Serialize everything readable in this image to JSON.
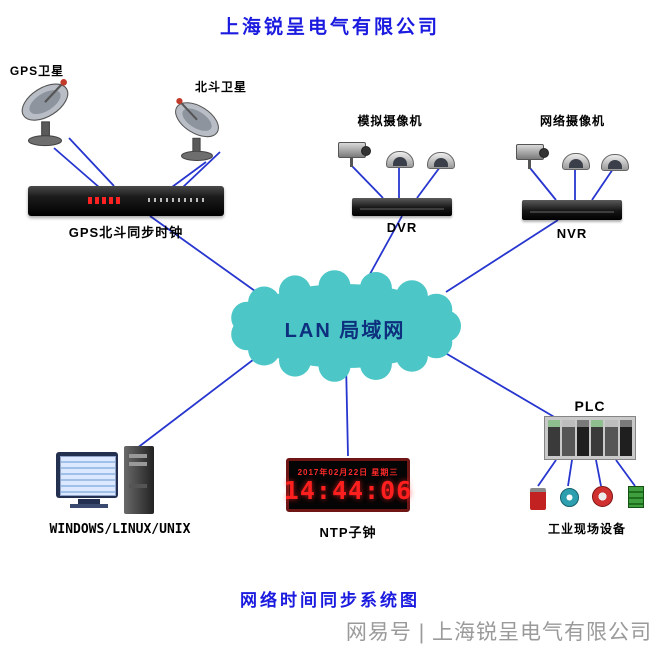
{
  "page": {
    "title": "上海锐呈电气有限公司",
    "footer_title": "网络时间同步系统图",
    "watermark": "网易号 | 上海锐呈电气有限公司"
  },
  "colors": {
    "title_blue": "#1b1be0",
    "line_blue": "#2736cf",
    "cloud_teal": "#4cc6c6",
    "cloud_text": "#0d2f7e",
    "led_red": "#ff1f1f"
  },
  "nodes": {
    "gps_satellite": {
      "label": "GPS卫星"
    },
    "beidou_satellite": {
      "label": "北斗卫星"
    },
    "clock_server": {
      "label": "GPS北斗同步时钟"
    },
    "analog_camera_group": {
      "label": "模拟摄像机"
    },
    "dvr": {
      "label": "DVR"
    },
    "network_camera_group": {
      "label": "网络摄像机"
    },
    "nvr": {
      "label": "NVR"
    },
    "lan_cloud": {
      "label": "LAN 局域网"
    },
    "computer": {
      "label": "WINDOWS/LINUX/UNIX"
    },
    "ntp_clock": {
      "label": "NTP子钟",
      "date_display": "2017年02月22日 星期三",
      "time_display": "14:44:06"
    },
    "plc": {
      "label": "PLC"
    },
    "industrial_devices": {
      "label": "工业现场设备"
    }
  }
}
